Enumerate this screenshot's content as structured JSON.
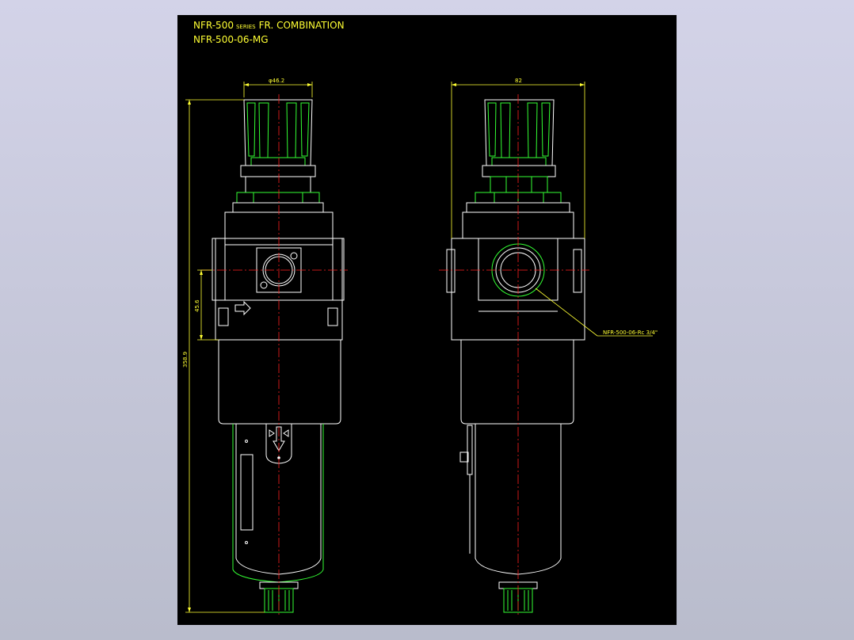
{
  "title": {
    "line1_main": "NFR-500",
    "line1_small": "SERIES",
    "line1_rest": "FR. COMBINATION",
    "line2": "NFR-500-06-MG"
  },
  "dimensions": {
    "left_width": "φ46.2",
    "right_width": "82",
    "overall_height": "358.9",
    "port_height": "45.6"
  },
  "callout": "NFR-500-06-Rc 3/4\"",
  "colors": {
    "background": "#000000",
    "outline": "#ffffff",
    "thread": "#33ff33",
    "dimension": "#ffff33",
    "centerline": "#ff2020"
  },
  "icons": [
    "flow-arrow-icon",
    "drain-arrow-icon"
  ]
}
